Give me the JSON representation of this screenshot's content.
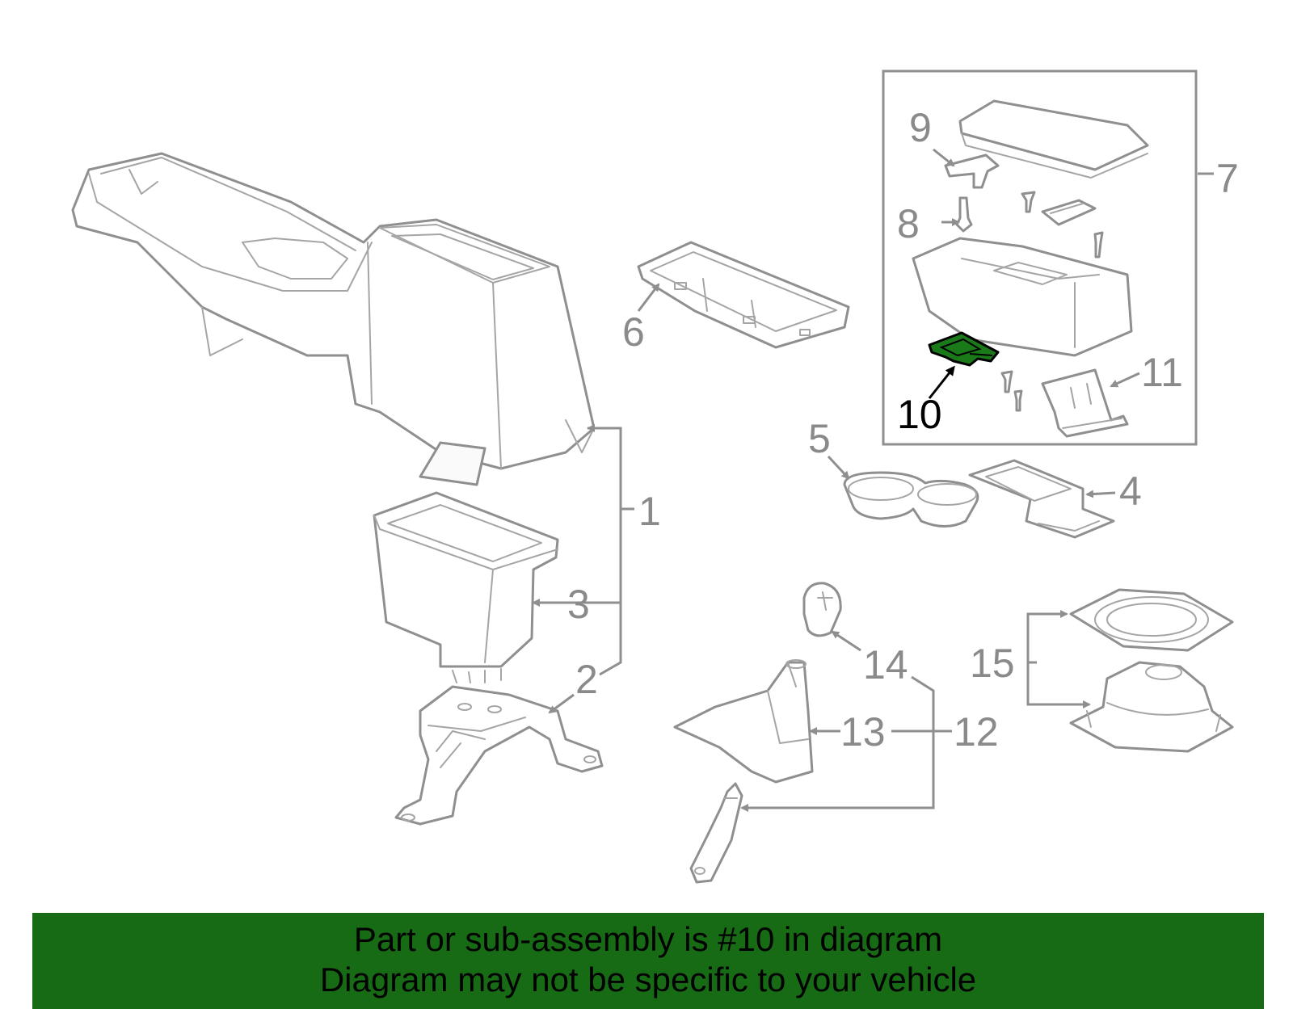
{
  "callouts": {
    "c1": "1",
    "c2": "2",
    "c3": "3",
    "c4": "4",
    "c5": "5",
    "c6": "6",
    "c7": "7",
    "c8": "8",
    "c9": "9",
    "c10": "10",
    "c11": "11",
    "c12": "12",
    "c13": "13",
    "c14": "14",
    "c15": "15"
  },
  "highlighted_part": "10",
  "colors": {
    "highlight": "#1a7a1a",
    "banner": "#176b14",
    "line_art": "#8f8f8f"
  },
  "banner": {
    "line1": "Part or sub-assembly is #10 in diagram",
    "line2": "Diagram may not be specific to your vehicle"
  }
}
